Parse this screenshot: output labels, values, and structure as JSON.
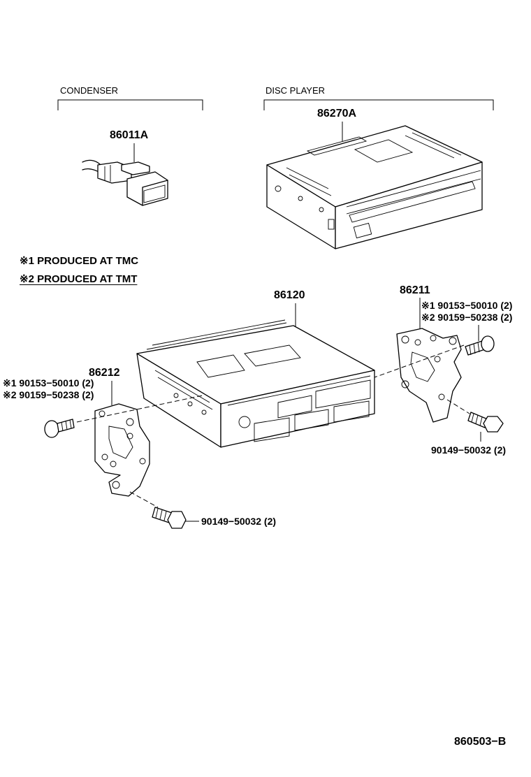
{
  "groups": {
    "condenser": "CONDENSER",
    "disc_player": "DISC PLAYER"
  },
  "parts": {
    "condenser": "86011A",
    "disc_player": "86270A",
    "radio_receiver": "86120",
    "bracket_right": "86211",
    "bracket_left": "86212"
  },
  "notes": {
    "tmc": "※1 PRODUCED  AT  TMC",
    "tmt": "※2 PRODUCED  AT  TMT"
  },
  "screws": {
    "right_tmc": "※1 90153−50010 (2)",
    "right_tmt": "※2 90159−50238 (2)",
    "left_tmc": "※1 90153−50010 (2)",
    "left_tmt": "※2 90159−50238 (2)",
    "bolt_right": "90149−50032 (2)",
    "bolt_left": "90149−50032 (2)"
  },
  "figure_code": "860503−B"
}
